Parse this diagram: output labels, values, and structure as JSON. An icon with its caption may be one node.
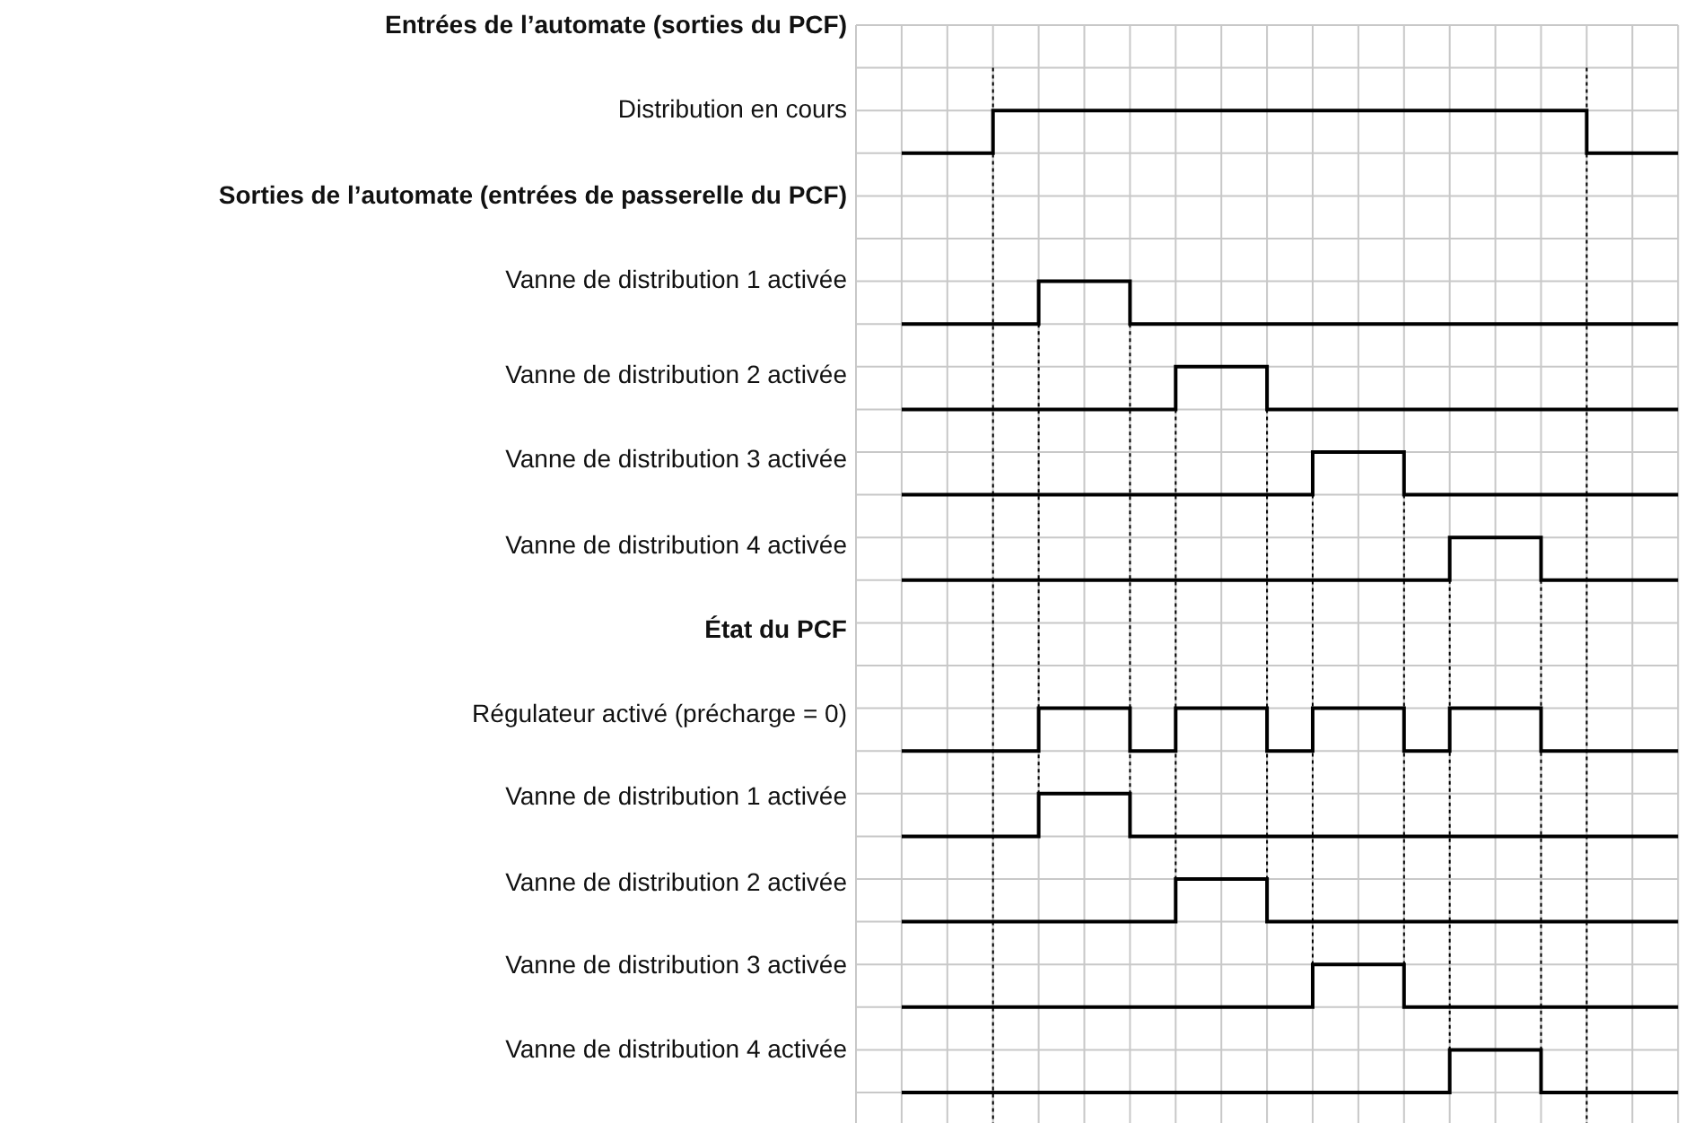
{
  "diagram": {
    "labels": [
      "Entrées de l’automate (sorties du PCF)",
      "Distribution en cours",
      "Sorties de l’automate (entrées de passerelle du PCF)",
      "Vanne de distribution 1 activée",
      "Vanne de distribution 2 activée",
      "Vanne de distribution 3 activée",
      "Vanne de distribution 4 activée",
      "État du PCF",
      "Régulateur activé (précharge = 0)",
      "Vanne de distribution 1 activée",
      "Vanne de distribution 2 activée",
      "Vanne de distribution 3 activée",
      "Vanne de distribution 4 activée"
    ]
  }
}
